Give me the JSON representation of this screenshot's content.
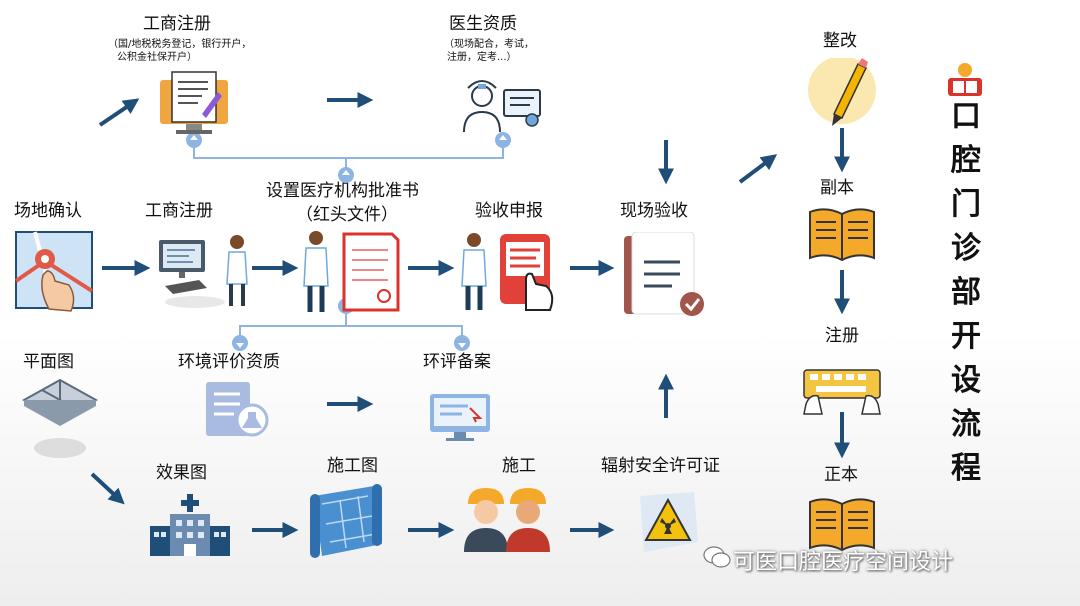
{
  "labels": {
    "gongshang_top": "工商注册",
    "gongshang_top_sub1": "（国/地税税务登记，银行开户，",
    "gongshang_top_sub2": "公积金社保开户）",
    "yisheng": "医生资质",
    "yisheng_sub1": "（现场配合，考试，",
    "yisheng_sub2": "注册，定考...）",
    "changdi": "场地确认",
    "gongshang_mid": "工商注册",
    "shezhi1": "设置医疗机构批准书",
    "shezhi2": "（红头文件）",
    "yanshou_shenbao": "验收申报",
    "xianchang": "现场验收",
    "zhenggai": "整改",
    "fuben": "副本",
    "zhuce": "注册",
    "zhengben": "正本",
    "pingmian": "平面图",
    "huanjing": "环境评价资质",
    "huanping": "环评备案",
    "xiaoguo": "效果图",
    "shigongtu": "施工图",
    "shigong": "施工",
    "fushe": "辐射安全许可证"
  },
  "title_chars": [
    "口",
    "腔",
    "门",
    "诊",
    "部",
    "开",
    "设",
    "流",
    "程"
  ],
  "watermark": "可医口腔医疗空间设计",
  "colors": {
    "arrow": "#1f4e79",
    "connector": "#8eb4e3",
    "red": "#d9332b",
    "orange": "#f4a92a"
  }
}
